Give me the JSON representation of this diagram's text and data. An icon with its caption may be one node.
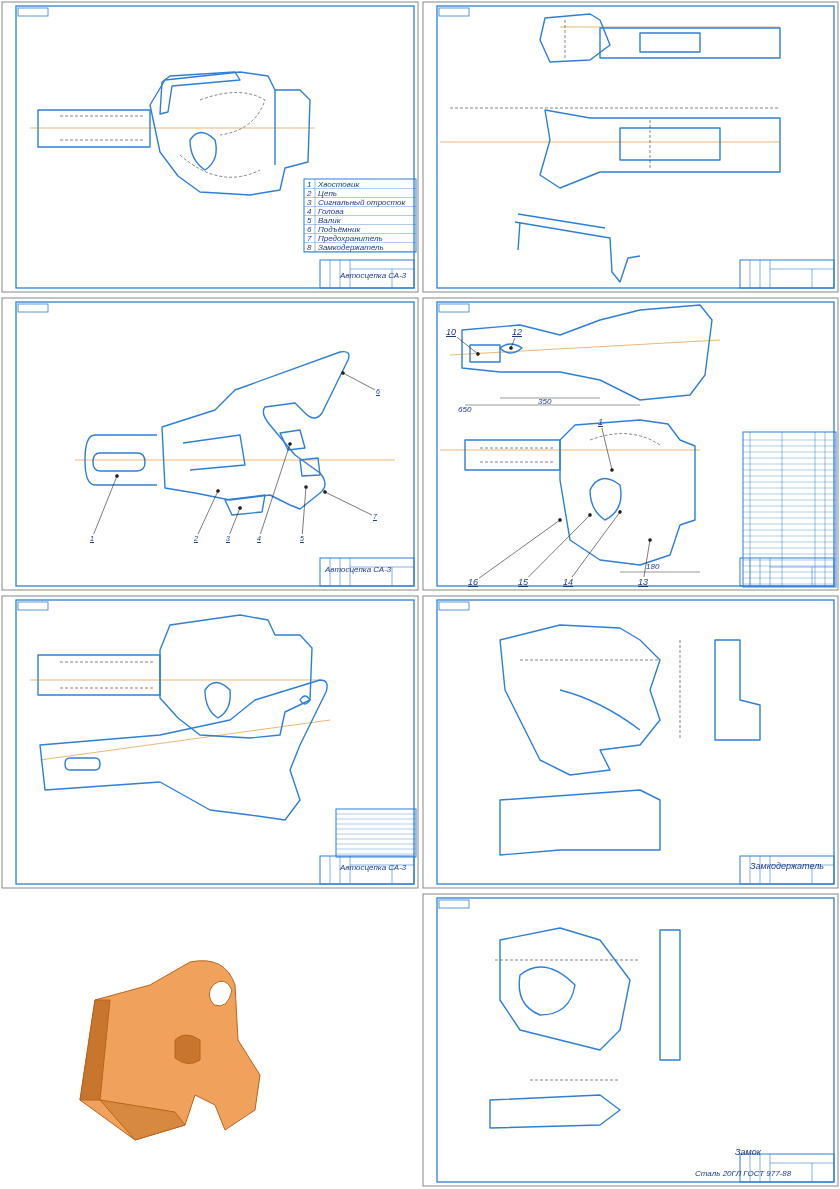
{
  "diagram": {
    "nodes": [
      {
        "text": [
          "1"
        ]
      },
      {
        "text": [
          "2"
        ]
      },
      {
        "text": [
          "3"
        ]
      },
      {
        "text": [
          "4"
        ]
      },
      {
        "text": [
          "5"
        ]
      },
      {
        "text": [
          "6"
        ]
      },
      {
        "text": [
          "7"
        ]
      },
      {
        "text": [
          "10"
        ]
      },
      {
        "text": [
          "12"
        ]
      },
      {
        "text": [
          "1"
        ]
      },
      {
        "text": [
          "16"
        ]
      },
      {
        "text": [
          "15"
        ]
      },
      {
        "text": [
          "14"
        ]
      },
      {
        "text": [
          "13"
        ]
      }
    ],
    "edges": [
      {
        "from": 0,
        "to": null,
        "arrow": "other"
      },
      {
        "from": 1,
        "to": null,
        "arrow": "other"
      },
      {
        "from": 2,
        "to": null,
        "arrow": "other"
      },
      {
        "from": 3,
        "to": null,
        "arrow": "other"
      },
      {
        "from": 4,
        "to": null,
        "arrow": "other"
      },
      {
        "from": 5,
        "to": null,
        "arrow": "other"
      },
      {
        "from": 6,
        "to": null,
        "arrow": "other"
      },
      {
        "from": 7,
        "to": null,
        "arrow": "other"
      },
      {
        "from": 8,
        "to": null,
        "arrow": "other"
      },
      {
        "from": 9,
        "to": null,
        "arrow": "other"
      },
      {
        "from": 10,
        "to": null,
        "arrow": "other"
      },
      {
        "from": 11,
        "to": null,
        "arrow": "other"
      },
      {
        "from": 12,
        "to": null,
        "arrow": "other"
      },
      {
        "from": 13,
        "to": null,
        "arrow": "other"
      }
    ],
    "labels": [
      "1",
      "Хвостовик",
      "2",
      "Цепь",
      "3",
      "Сигнальный отросток",
      "4",
      "Голова",
      "5",
      "Валик",
      "6",
      "Подъёмник",
      "7",
      "Предохранитель",
      "8",
      "Замкодержатель",
      "Автосцепка СА-3",
      "Автосцепка СА-3",
      "650",
      "350",
      "180",
      "Автосцепка СА-3",
      "Замкодержатель",
      "Замок",
      "Сталь 20ГЛ ГОСТ 977-88"
    ]
  }
}
